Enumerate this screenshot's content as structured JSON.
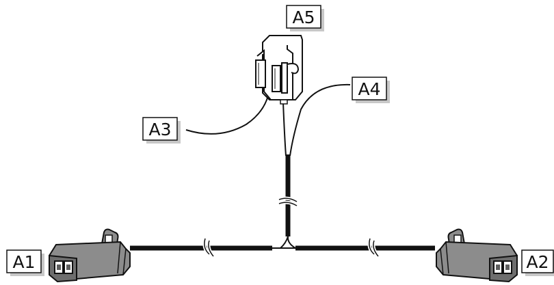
{
  "labels": {
    "a1": "A1",
    "a2": "A2",
    "a3": "A3",
    "a4": "A4",
    "a5": "A5"
  },
  "colors": {
    "cable": "#111111",
    "connector_fill": "#8c8c8c",
    "connector_dark": "#5e5e5e",
    "label_shadow": "#c8c8c8"
  },
  "icons": {
    "a1": "connector-left-icon",
    "a2": "connector-right-icon",
    "a5": "current-clamp-icon"
  }
}
